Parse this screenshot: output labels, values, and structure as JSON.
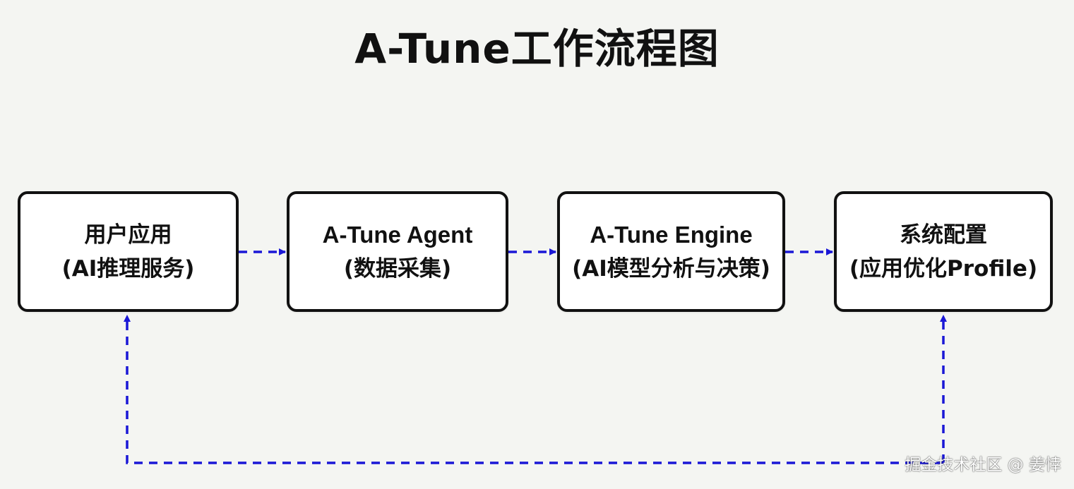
{
  "title": "A-Tune工作流程图",
  "nodes": [
    {
      "id": "user-app",
      "line1": "用户应用",
      "line2": "(AI推理服务)"
    },
    {
      "id": "agent",
      "line1": "A-Tune Agent",
      "line2": "(数据采集)"
    },
    {
      "id": "engine",
      "line1": "A-Tune Engine",
      "line2": "(AI模型分析与决策)"
    },
    {
      "id": "config",
      "line1": "系统配置",
      "line2": "(应用优化Profile)"
    }
  ],
  "edges": [
    {
      "from": "user-app",
      "to": "agent"
    },
    {
      "from": "agent",
      "to": "engine"
    },
    {
      "from": "engine",
      "to": "config"
    },
    {
      "from": "config",
      "to": "user-app",
      "route": "loop-below"
    }
  ],
  "colors": {
    "arrow": "#1a17d6",
    "box_border": "#111111",
    "box_fill": "#ffffff",
    "background": "#f4f5f2"
  },
  "watermark": "掘金技术社区 @ 姜悻"
}
